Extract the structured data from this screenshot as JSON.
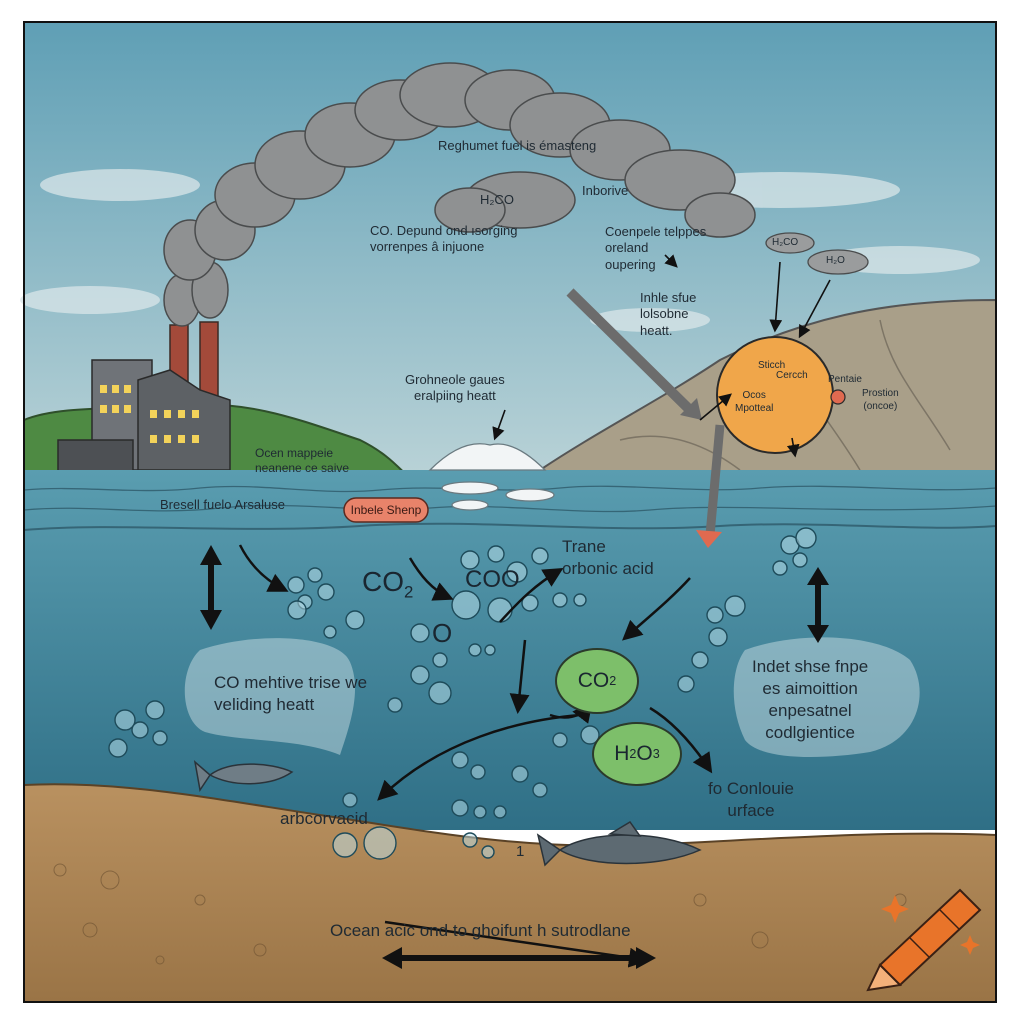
{
  "diagram": {
    "labels": {
      "smoke_top": "Reghumet fuel is émasteng",
      "smoke_left": "CO. Depund ond ısorging\nvorrenpes â injuone",
      "h2co": "H₂CO",
      "inborive": "Inborive",
      "right_top": "Coenpele telppes\noreland\noupering",
      "right_mid": "Inhle sfue\nlolsobne\nheatt.",
      "greenhouse": "Grohneole gaues\neralpiing heatt",
      "land_left": "Ocen mappeie\nneanene ce saive",
      "fossil": "Bresell fuelo Arsaluse",
      "pill": "Inbele Shenp",
      "trane": "Trane\norbonic acid",
      "co_mehtive": "CO mehtive trise we\nveliding heatt",
      "indet": "Indet shse fnpe\nes aimoittion\nenpesatnel\ncodlgientice",
      "to_conlouie": "fo Conlouie\nurface",
      "arbcorvacid": "arbcorvacid",
      "one": "1",
      "bottom_caption": "Ocean acic ond to ghoifunt h sutrodlane",
      "circle_top": "Sticch",
      "circle_right": "Cercch",
      "circle_bottom": "Ocos\nMpotteal",
      "rock_right": "Pentaie",
      "rock_far": "Prostion\n(oncoe)",
      "cloud_small1": "H₂CO",
      "cloud_small2": "H₂O"
    },
    "chemicals": {
      "co2_main": "CO",
      "co2_sub": "2",
      "o_letter": "O",
      "coo": "COO",
      "green1_main": "CO",
      "green1_sub": "2",
      "green2_a": "H",
      "green2_a_sub": "2",
      "green2_b": "O",
      "green2_b_sub": "3"
    },
    "colors": {
      "sky": "#7fb2c4",
      "ocean": "#4f8fa6",
      "ocean_deep": "#3f7c92",
      "seabed": "#b08a5a",
      "land_green": "#4e8a43",
      "rock": "#a89e88",
      "smoke": "#8d8f90",
      "circle": "#f0a64a",
      "blob_green": "#7dbf6a",
      "crayon": "#e8742a"
    },
    "icons": [
      "factory-icon",
      "fish-icon",
      "crayon-icon",
      "sparkle-icon"
    ]
  }
}
